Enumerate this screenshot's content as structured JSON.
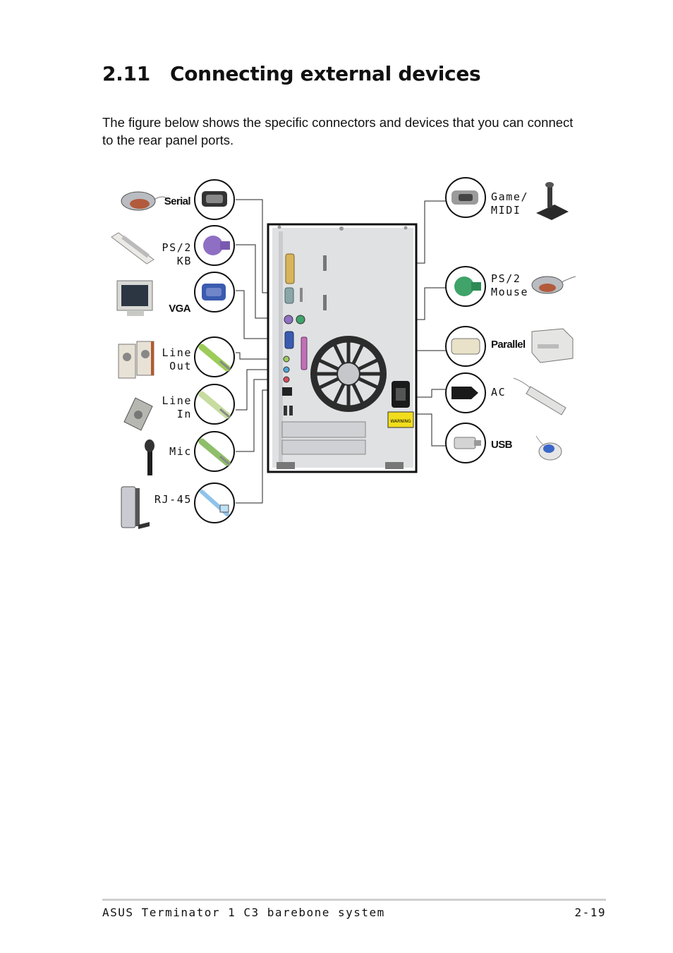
{
  "section": {
    "number": "2.11",
    "title": "Connecting external devices"
  },
  "intro": "The figure below shows the specific connectors and devices that you can connect to the rear panel ports.",
  "labels_left": {
    "serial": "Serial",
    "ps2_kb_1": "PS/2",
    "ps2_kb_2": "KB",
    "vga": "VGA",
    "line_out_1": "Line",
    "line_out_2": "Out",
    "line_in_1": "Line",
    "line_in_2": "In",
    "mic": "Mic",
    "rj45": "RJ-45"
  },
  "labels_right": {
    "game_1": "Game/",
    "game_2": "MIDI",
    "ps2_mouse_1": "PS/2",
    "ps2_mouse_2": "Mouse",
    "parallel": "Parallel",
    "ac": "AC",
    "usb": "USB"
  },
  "warning_text": "WARNING",
  "colors": {
    "ps2_kb": "#8f6fc4",
    "ps2_mouse": "#3fa36a",
    "vga": "#3b5bb0",
    "line_out": "#9ccc5a",
    "line_in": "#c7dca0",
    "mic": "#8fbf6a",
    "game": "#d8b45a",
    "warning": "#f2dd1c"
  },
  "footer": {
    "left": "ASUS Terminator 1 C3 barebone system",
    "right": "2-19"
  }
}
